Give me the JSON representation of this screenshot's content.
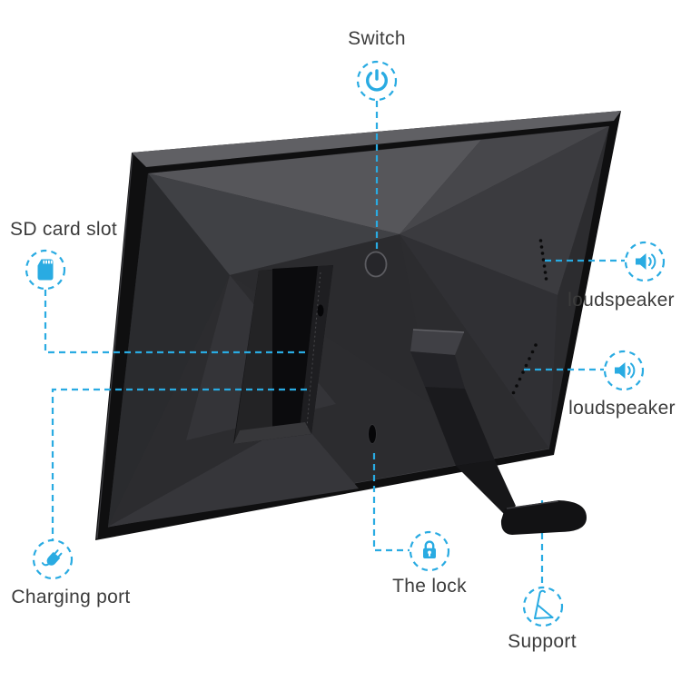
{
  "page": {
    "background_color": "#ffffff",
    "accent_color": "#29ABE2",
    "label_color": "#3c3c3c",
    "device_color": "#2c2c2f",
    "description": "Back view of a black digital photo frame with feature callouts"
  },
  "callouts": [
    {
      "id": "switch",
      "label": "Switch",
      "icon": "power-icon"
    },
    {
      "id": "sd-card-slot",
      "label": "SD card slot",
      "icon": "sd-card-icon"
    },
    {
      "id": "loudspeaker-top",
      "label": "loudspeaker",
      "icon": "speaker-icon"
    },
    {
      "id": "loudspeaker-bottom",
      "label": "loudspeaker",
      "icon": "speaker-icon"
    },
    {
      "id": "charging-port",
      "label": "Charging port",
      "icon": "plug-icon"
    },
    {
      "id": "the-lock",
      "label": "The lock",
      "icon": "lock-icon"
    },
    {
      "id": "support",
      "label": "Support",
      "icon": "stand-icon"
    }
  ]
}
